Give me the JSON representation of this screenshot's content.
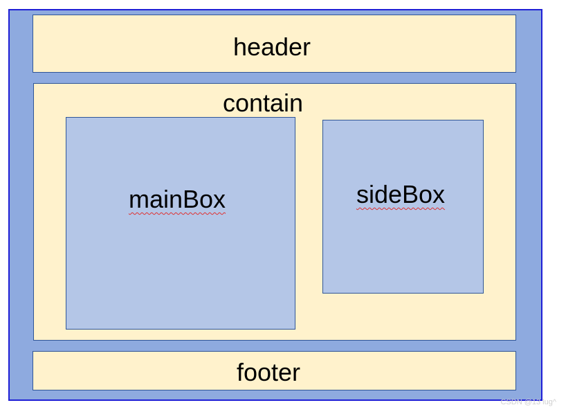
{
  "diagram": {
    "header": "header",
    "contain": "contain",
    "main_box": "mainBox",
    "side_box": "sideBox",
    "footer": "footer"
  },
  "watermark": "CSDN @13 lug^",
  "colors": {
    "outer_fill": "#8eaadf",
    "outer_border": "#1f1fd6",
    "cream_fill": "#fff2cc",
    "blue_fill": "#b4c6e7",
    "box_border": "#2f5597",
    "spellcheck_underline": "#e03030"
  }
}
